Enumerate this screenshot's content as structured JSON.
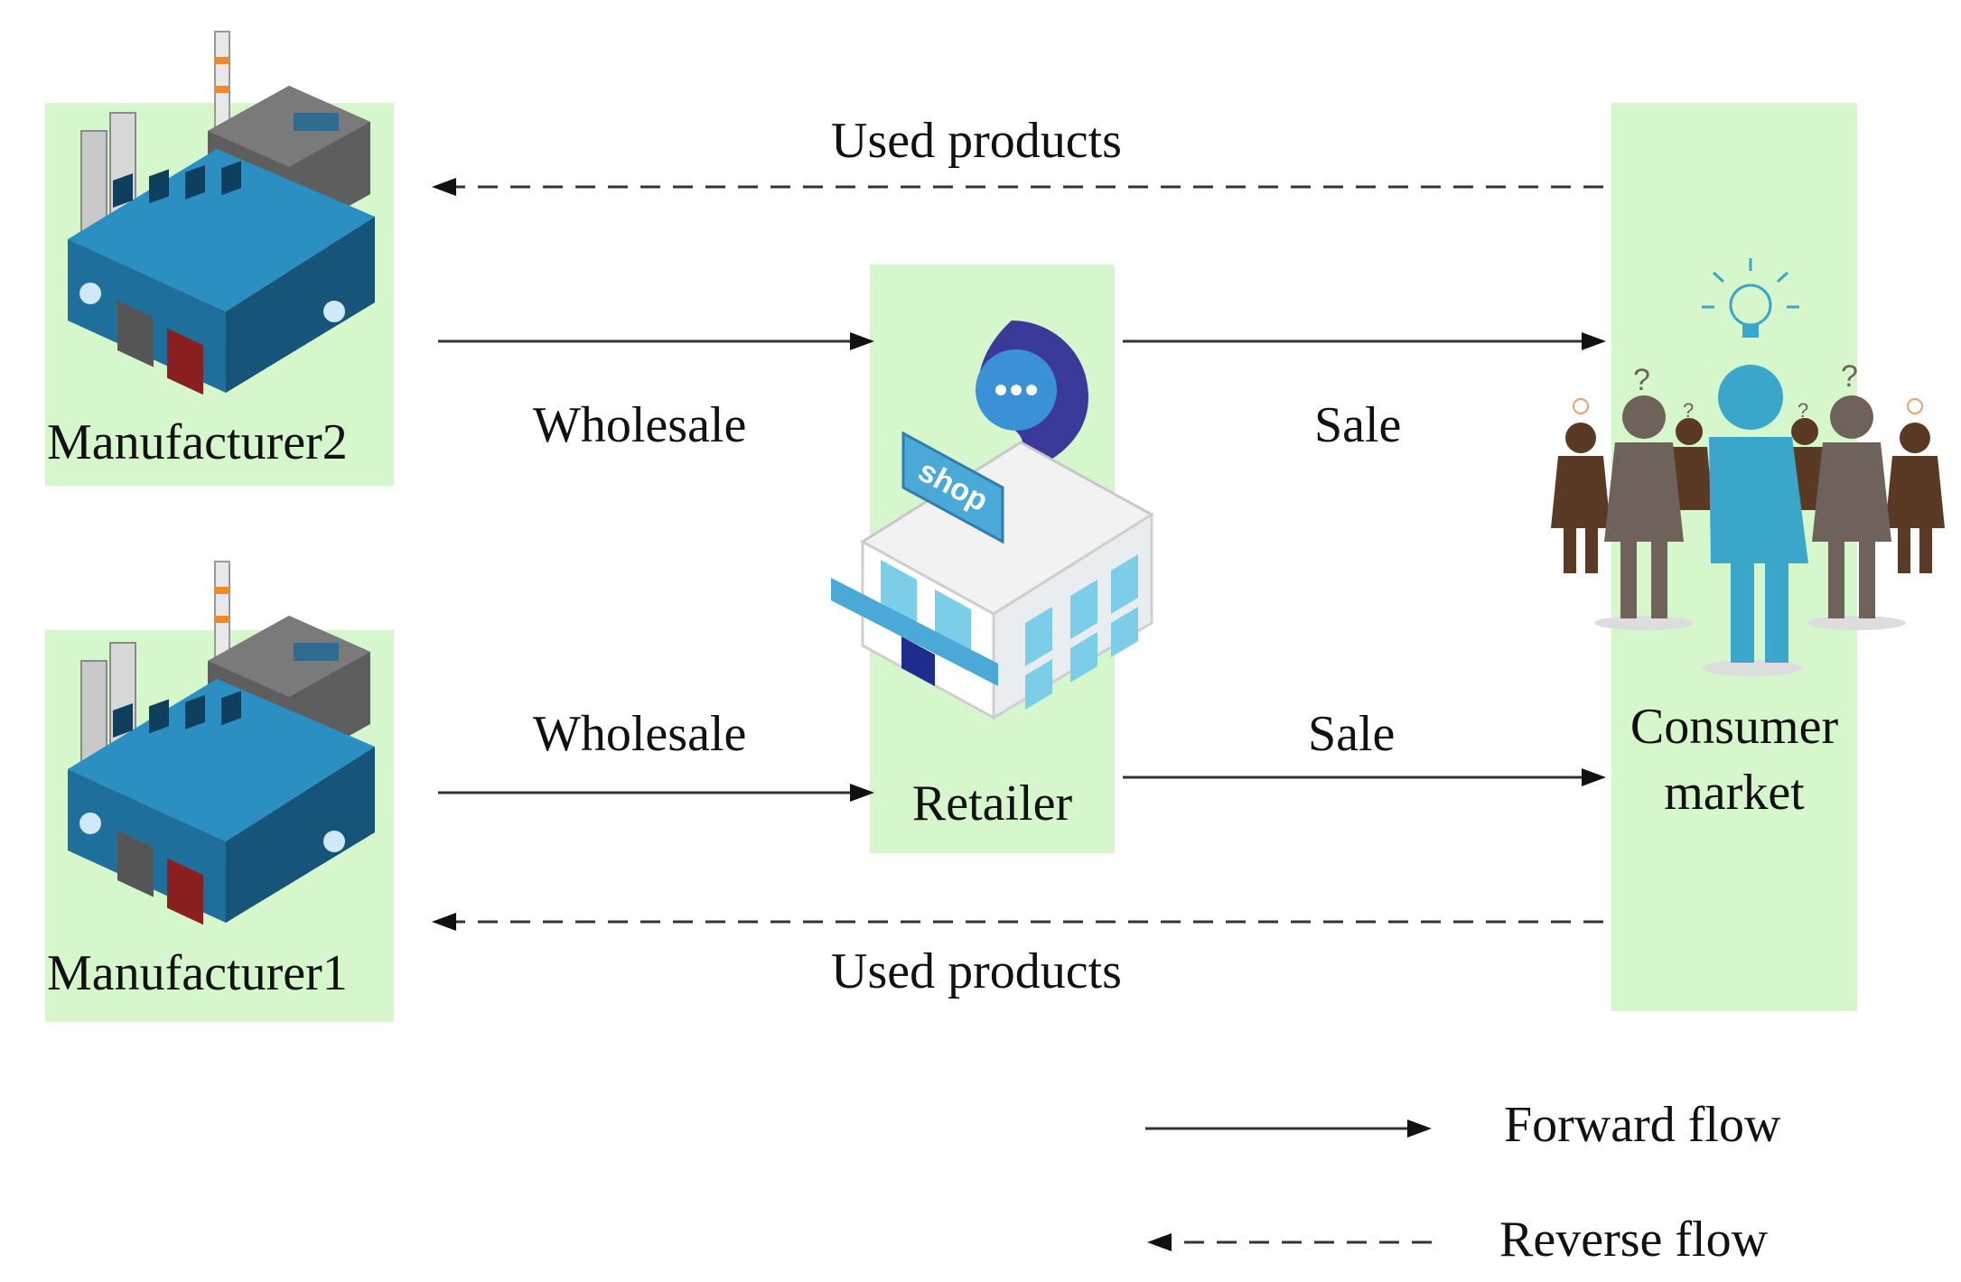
{
  "nodes": {
    "manufacturer2": {
      "label": "Manufacturer2"
    },
    "manufacturer1": {
      "label": "Manufacturer1"
    },
    "retailer": {
      "label": "Retailer",
      "sign": "shop"
    },
    "consumer_market": {
      "label_line1": "Consumer",
      "label_line2": "market"
    }
  },
  "edges": {
    "used_top": {
      "label": "Used products",
      "style": "dashed"
    },
    "wholesale_top": {
      "label": "Wholesale",
      "style": "solid"
    },
    "sale_top": {
      "label": "Sale",
      "style": "solid"
    },
    "wholesale_bottom": {
      "label": "Wholesale",
      "style": "solid"
    },
    "sale_bottom": {
      "label": "Sale",
      "style": "solid"
    },
    "used_bottom": {
      "label": "Used products",
      "style": "dashed"
    }
  },
  "legend": {
    "forward": "Forward flow",
    "reverse": "Reverse flow"
  },
  "colors": {
    "node_bg": "#d6f7cb",
    "factory_blue": "#1f78a8",
    "person_blue": "#3aa6c9",
    "person_gray": "#6f625a",
    "person_brown": "#5a3a24"
  }
}
